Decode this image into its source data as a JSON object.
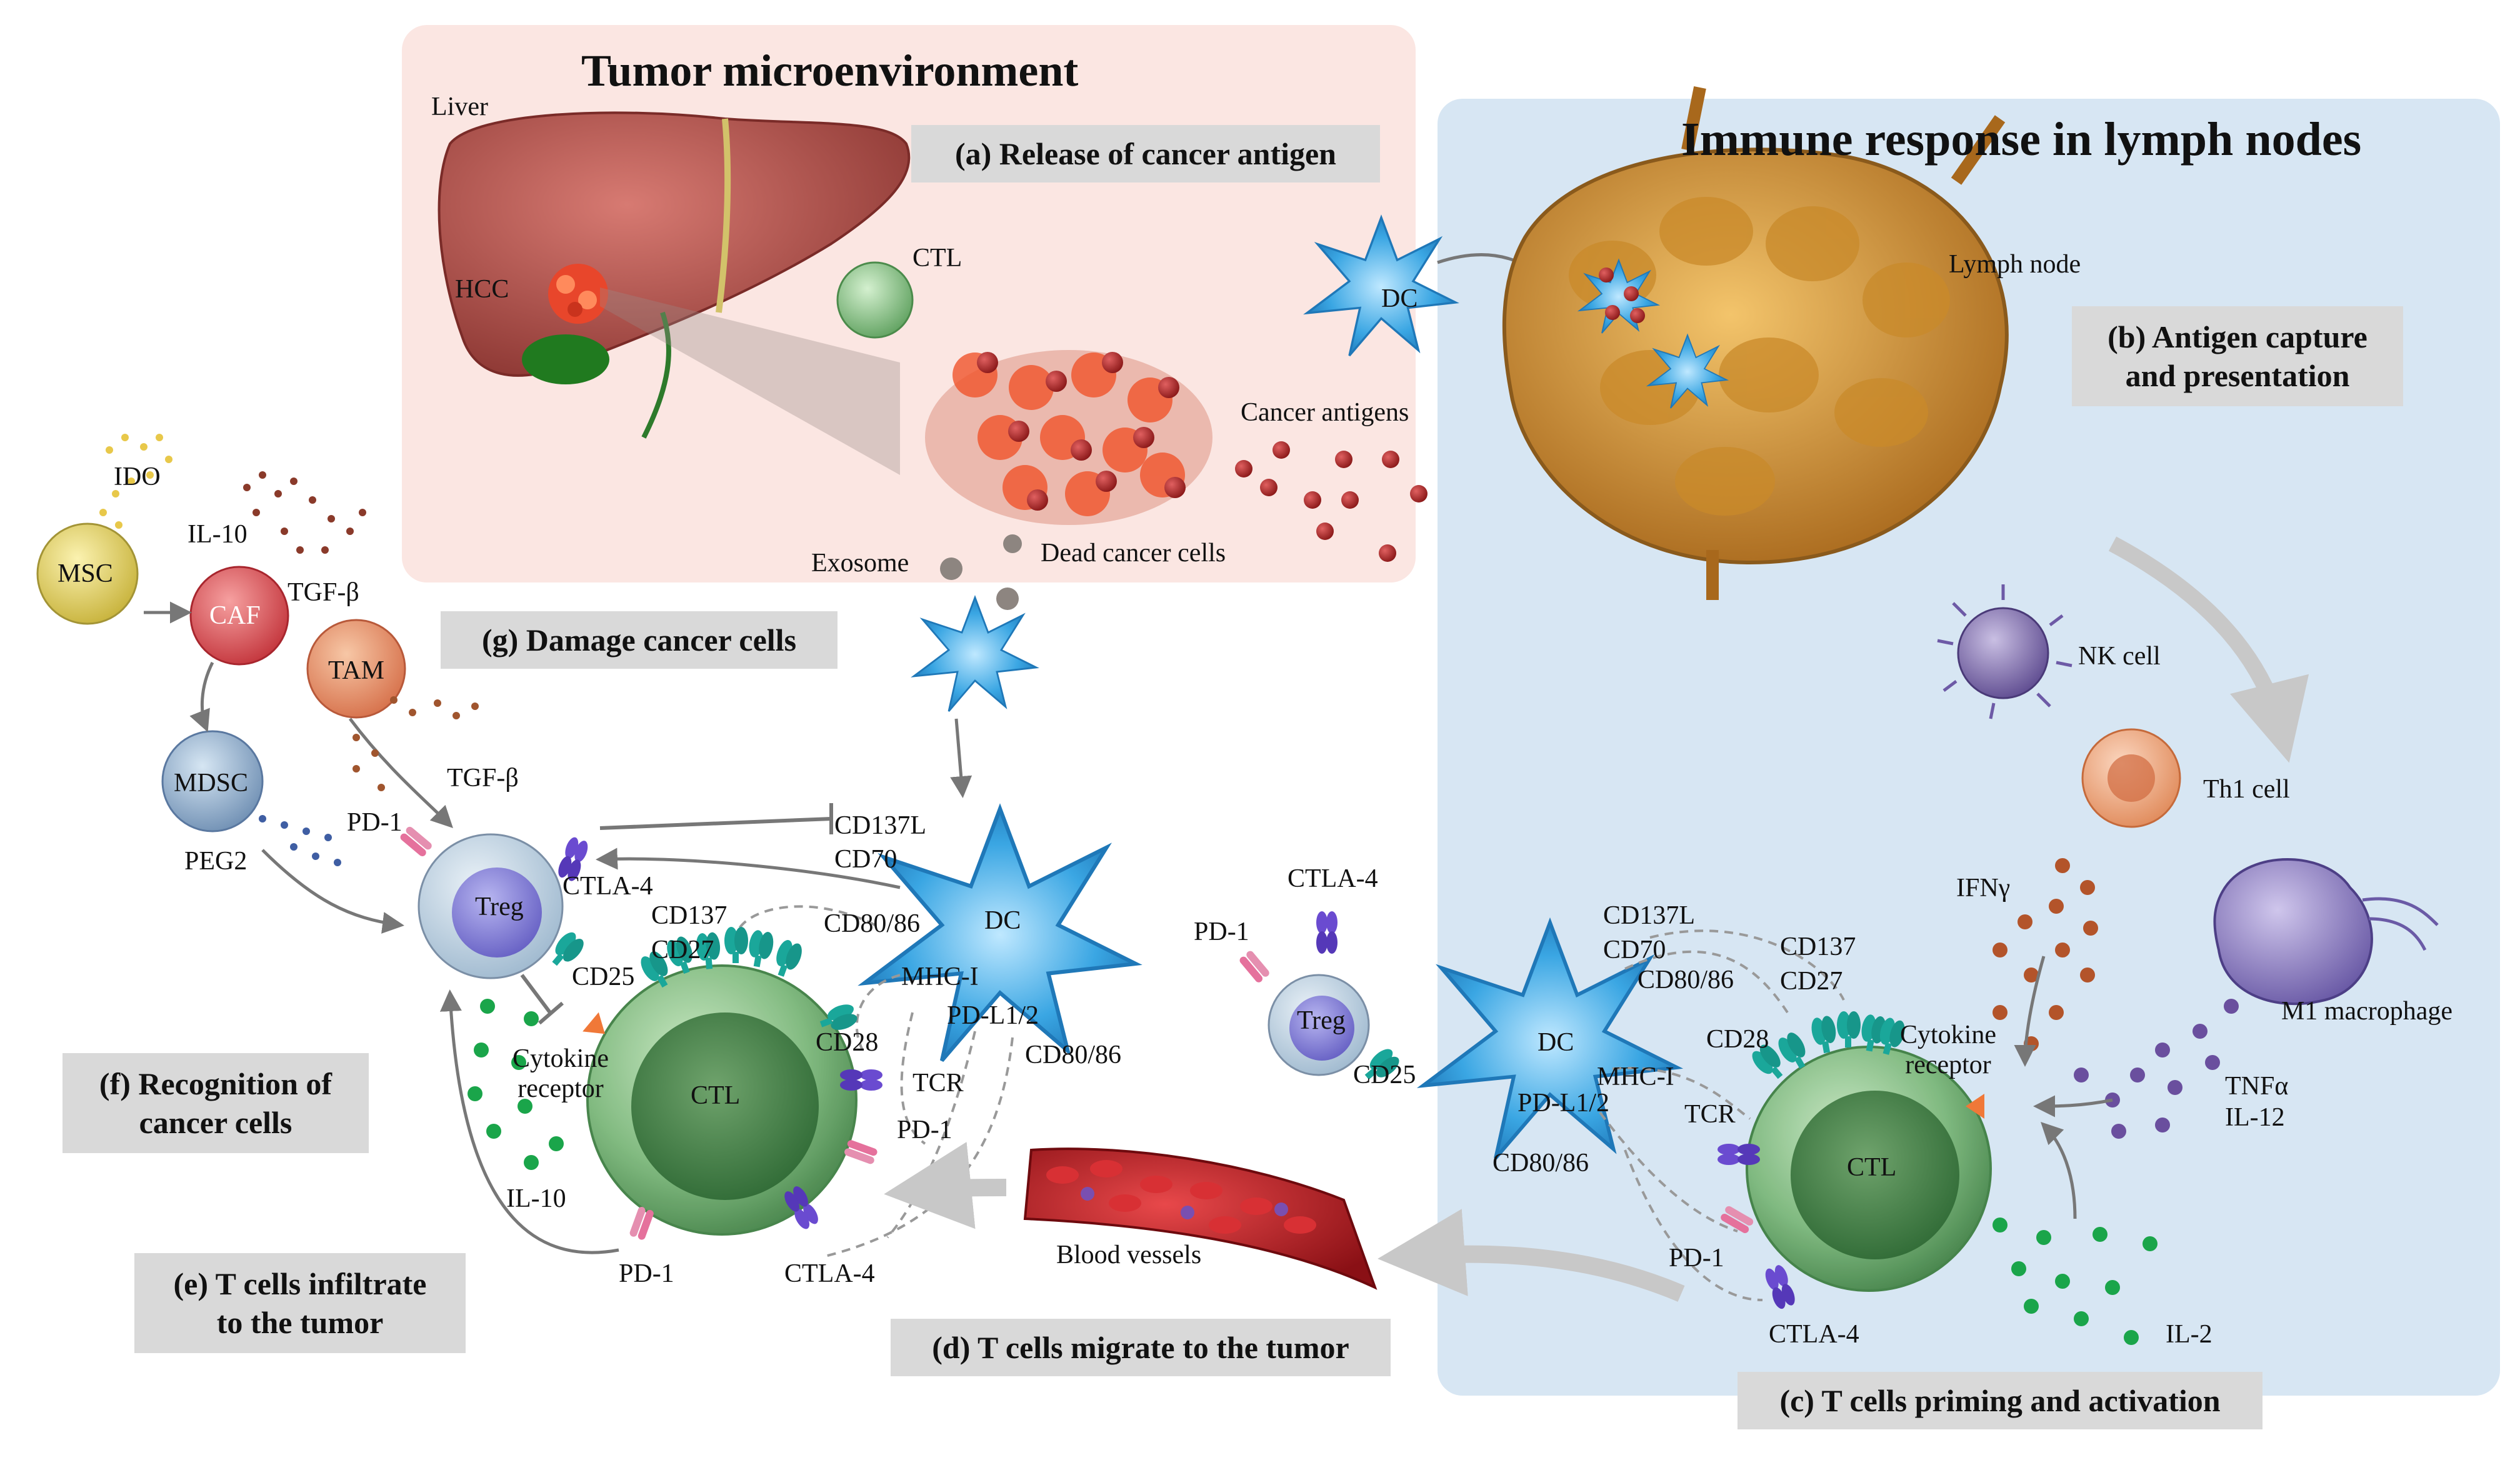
{
  "panels": {
    "tumor_title": "Tumor microenvironment",
    "lymph_title": "Immune response in lymph nodes"
  },
  "steps": {
    "a": "(a) Release of cancer antigen",
    "b": [
      "(b) Antigen capture",
      "and presentation"
    ],
    "c": "(c) T cells priming and activation",
    "d": "(d) T cells migrate to the tumor",
    "e": [
      "(e) T cells infiltrate",
      "to the tumor"
    ],
    "f": [
      "(f) Recognition of",
      "cancer cells"
    ],
    "g": "(g) Damage cancer cells"
  },
  "organs": {
    "liver": "Liver",
    "hcc": "HCC",
    "lymph_node": "Lymph node",
    "blood_vessels": "Blood vessels"
  },
  "cells": {
    "ctl": "CTL",
    "dc": "DC",
    "treg": "Treg",
    "msc": "MSC",
    "caf": "CAF",
    "tam": "TAM",
    "mdsc": "MDSC",
    "nk": "NK cell",
    "th1": "Th1 cell",
    "m1": "M1 macrophage"
  },
  "molecules": {
    "ido": "IDO",
    "il10": "IL-10",
    "tgfb": "TGF-β",
    "peg2": "PEG2",
    "pd1": "PD-1",
    "ctla4": "CTLA-4",
    "cd25": "CD25",
    "cd137l": "CD137L",
    "cd70": "CD70",
    "cd137": "CD137",
    "cd27": "CD27",
    "cd8086": "CD80/86",
    "mhc1": "MHC-I",
    "pdl12": "PD-L1/2",
    "cd28": "CD28",
    "tcr": "TCR",
    "cytokine_receptor": [
      "Cytokine",
      "receptor"
    ],
    "ifng": "IFNγ",
    "tnfa": "TNFα",
    "il12": "IL-12",
    "il2": "IL-2",
    "cancer_antigens": "Cancer antigens",
    "exosome": "Exosome",
    "dead_cancer_cells": "Dead cancer cells"
  },
  "colors": {
    "tumor_panel": "#fbe6e2",
    "lymph_panel": "#d7e6f3",
    "step_box": "#d9d9d9",
    "ctl": "#7bb77a",
    "dc": "#3aa6e3",
    "treg": "#8f8fd6",
    "receptor_teal": "#1aa79a",
    "pd1_pink": "#e5719c",
    "ctla4_purple": "#6a4bd0",
    "liver": "#b8534f",
    "lymph_node": "#d79b3a",
    "blood": "#b0181f"
  }
}
